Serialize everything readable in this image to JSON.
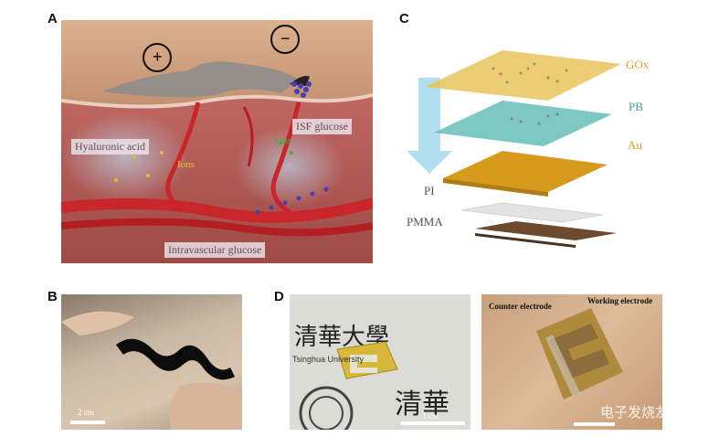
{
  "panels": {
    "a": {
      "letter": "A",
      "labels": {
        "hyaluronic_acid": "Hyaluronic acid",
        "ions_left": "Ions",
        "ions_right": "Ions",
        "isf_glucose": "ISF glucose",
        "intravascular_glucose": "Intravascular glucose",
        "plus": "+",
        "minus": "−"
      }
    },
    "b": {
      "letter": "B",
      "scale_bar": "2 cm"
    },
    "c": {
      "letter": "C",
      "layers": {
        "gox": "GOx",
        "pb": "PB",
        "au": "Au",
        "pi": "PI",
        "pmma": "PMMA"
      }
    },
    "d": {
      "letter": "D",
      "scale_bar": "1 cm",
      "counter_electrode": "Counter electrode",
      "working_electrode": "Working electrode",
      "watermark": "电子发烧友",
      "university_text": "Tsinghua University"
    }
  },
  "colors": {
    "skin_top": "#c9a07c",
    "dermis": "#b45a55",
    "vessel": "#c8262a",
    "glucose": "#4a3fb0",
    "gox_layer": "#e8c45a",
    "pb_layer": "#6fc2bc",
    "au_layer": "#d69a1c",
    "pi_layer": "#e0e0e0",
    "pmma_layer": "#6b4a2e",
    "gox_text": "#d4a52a",
    "pb_text": "#3aa6a0",
    "au_text": "#d9a020"
  }
}
